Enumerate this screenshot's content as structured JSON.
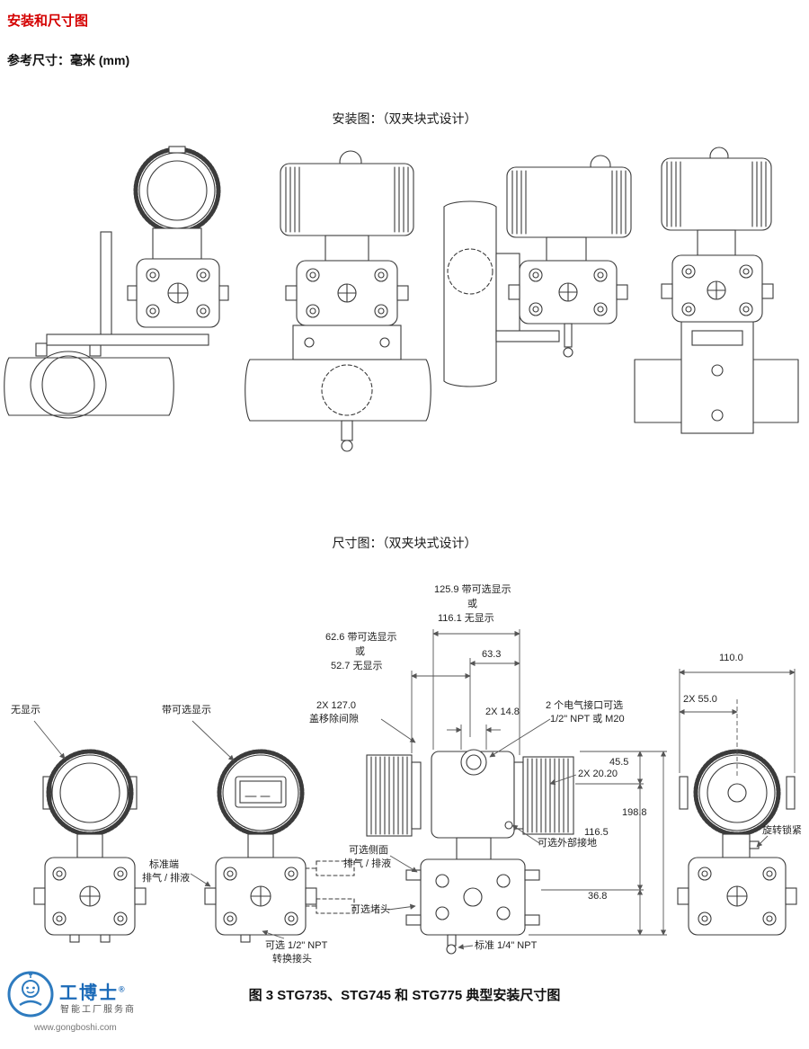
{
  "page": {
    "heading": "安装和尺寸图",
    "ref_note": "参考尺寸：毫米 (mm)",
    "mounting_title": "安装图：（双夹块式设计）",
    "dimension_title": "尺寸图：（双夹块式设计）",
    "figure_caption": "图 3  STG735、STG745 和 STG775 典型安装尺寸图"
  },
  "dims": {
    "d125": "125.9 带可选显示",
    "d125_or": "或",
    "d116": "116.1 无显示",
    "d62": "62.6 带可选显示",
    "d62_or": "或",
    "d52": "52.7 无显示",
    "d63": "63.3",
    "d110": "110.0",
    "d127": "2X 127.0",
    "d127b": "盖移除间隙",
    "d148": "2X 14.8",
    "conduit1": "2 个电气接口可选",
    "conduit2": "1/2\" NPT 或 M20",
    "d55": "2X 55.0",
    "d2020": "2X 20.20",
    "d455": "45.5",
    "d1988": "198.8",
    "d1165": "116.5",
    "d368": "36.8"
  },
  "labels": {
    "no_display": "无显示",
    "with_display": "带可选显示",
    "std_vent1": "标准端",
    "std_vent2": "排气 / 排液",
    "side_vent1": "可选侧面",
    "side_vent2": "排气 / 排液",
    "plug": "可选堵头",
    "adapter1": "可选 1/2\" NPT",
    "adapter2": "转换接头",
    "ground": "可选外部接地",
    "npt14": "标准 1/4\" NPT",
    "rotate_lock": "旋转锁紧"
  },
  "watermark": {
    "brand": "工博士",
    "reg": "®",
    "tagline": "智能工厂服务商",
    "url": "www.gongboshi.com"
  }
}
